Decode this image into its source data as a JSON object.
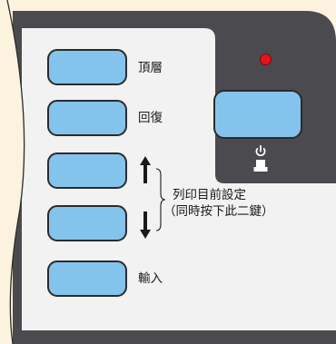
{
  "colors": {
    "background": "#fbf3de",
    "panel_light": "#f2f2f2",
    "panel_dark": "#4b4b4f",
    "button_fill": "#84c3ec",
    "button_border": "#2b2b2b",
    "led": "#e5141a"
  },
  "buttons": {
    "top": {
      "label": "頂層"
    },
    "back": {
      "label": "回復"
    },
    "up": {
      "icon": "arrow-up-icon"
    },
    "down": {
      "icon": "arrow-down-icon"
    },
    "enter": {
      "label": "輸入"
    },
    "power": {
      "icon": "power-icon"
    }
  },
  "indicators": {
    "power_led": {
      "state": "on",
      "color": "red"
    }
  },
  "reset_note": {
    "line1": "列印目前設定",
    "line2": "（同時按下此二鍵）"
  }
}
